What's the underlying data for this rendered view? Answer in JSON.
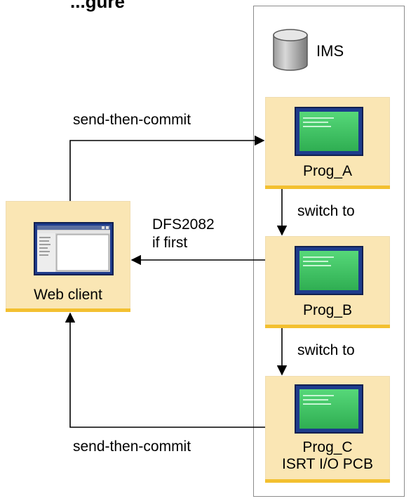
{
  "header": {
    "cut_title": "...gure"
  },
  "ims": {
    "label": "IMS",
    "icon": "database-cylinder-icon"
  },
  "nodes": {
    "web_client": {
      "label": "Web client",
      "icon": "browser-window-icon"
    },
    "prog_a": {
      "label": "Prog_A",
      "icon": "program-screen-icon"
    },
    "prog_b": {
      "label": "Prog_B",
      "icon": "program-screen-icon"
    },
    "prog_c": {
      "label_line1": "Prog_C",
      "label_line2": "ISRT I/O PCB",
      "icon": "program-screen-icon"
    }
  },
  "edges": {
    "top": "send-then-commit",
    "dfs_line1": "DFS2082",
    "dfs_line2": "if first",
    "switch_1": "switch to",
    "switch_2": "switch to",
    "bottom": "send-then-commit"
  },
  "colors": {
    "box_fill": "#fae6b4",
    "box_bottom_bar": "#f3c030",
    "screen_green": "#3cc864",
    "screen_frame": "#1e3c8c",
    "cylinder_grey": "#a0a0a0"
  }
}
